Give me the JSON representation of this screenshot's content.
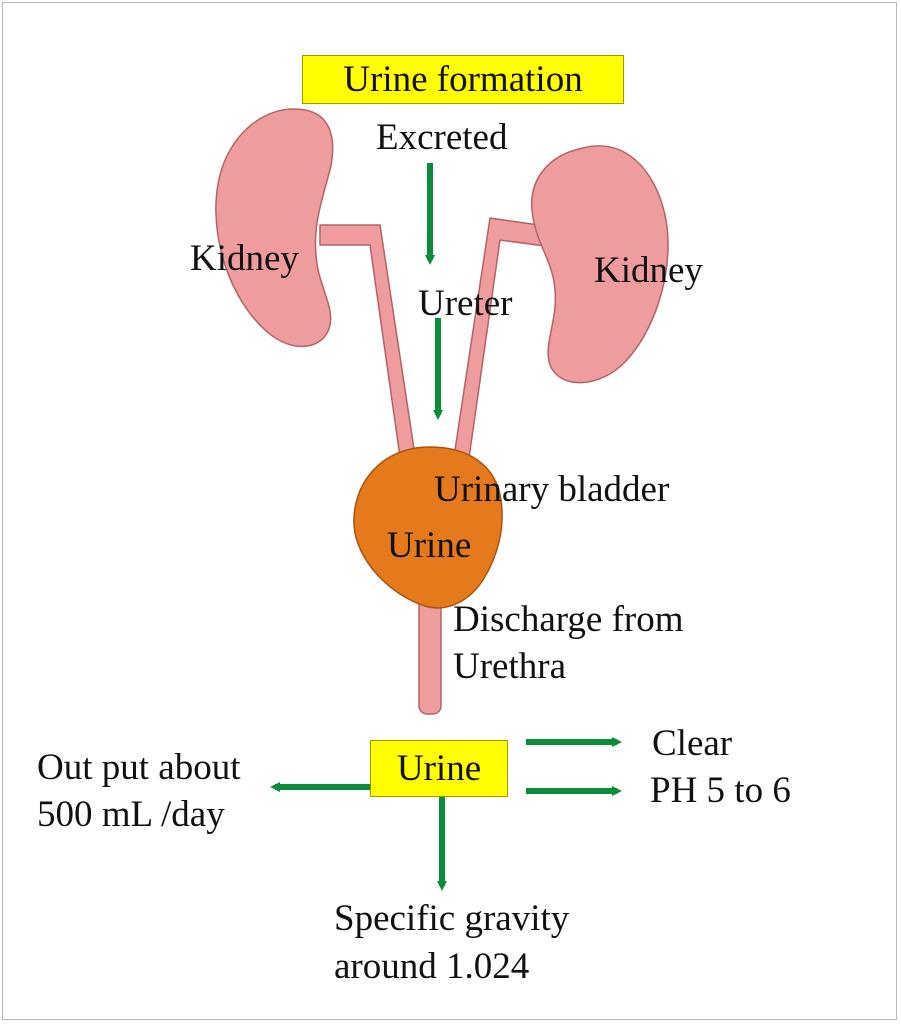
{
  "title": "Urine formation",
  "labels": {
    "excreted": "Excreted",
    "kidney_left": "Kidney",
    "kidney_right": "Kidney",
    "ureter": "Ureter",
    "urinary_bladder": "Urinary bladder",
    "bladder_content": "Urine",
    "discharge_line1": "Discharge from",
    "discharge_line2": "Urethra",
    "urine_box": "Urine",
    "output_line1": "Out put  about",
    "output_line2": "500 mL /day",
    "clear": "Clear",
    "ph": "PH 5 to 6",
    "gravity_line1": "Specific gravity",
    "gravity_line2": "around 1.024"
  },
  "colors": {
    "kidney": "#ee9c9e",
    "kidney_outline": "#b06466",
    "bladder": "#e57a1c",
    "bladder_outline": "#a9540d",
    "arrow": "#0a8c3a",
    "label_box": "#ffff00"
  }
}
